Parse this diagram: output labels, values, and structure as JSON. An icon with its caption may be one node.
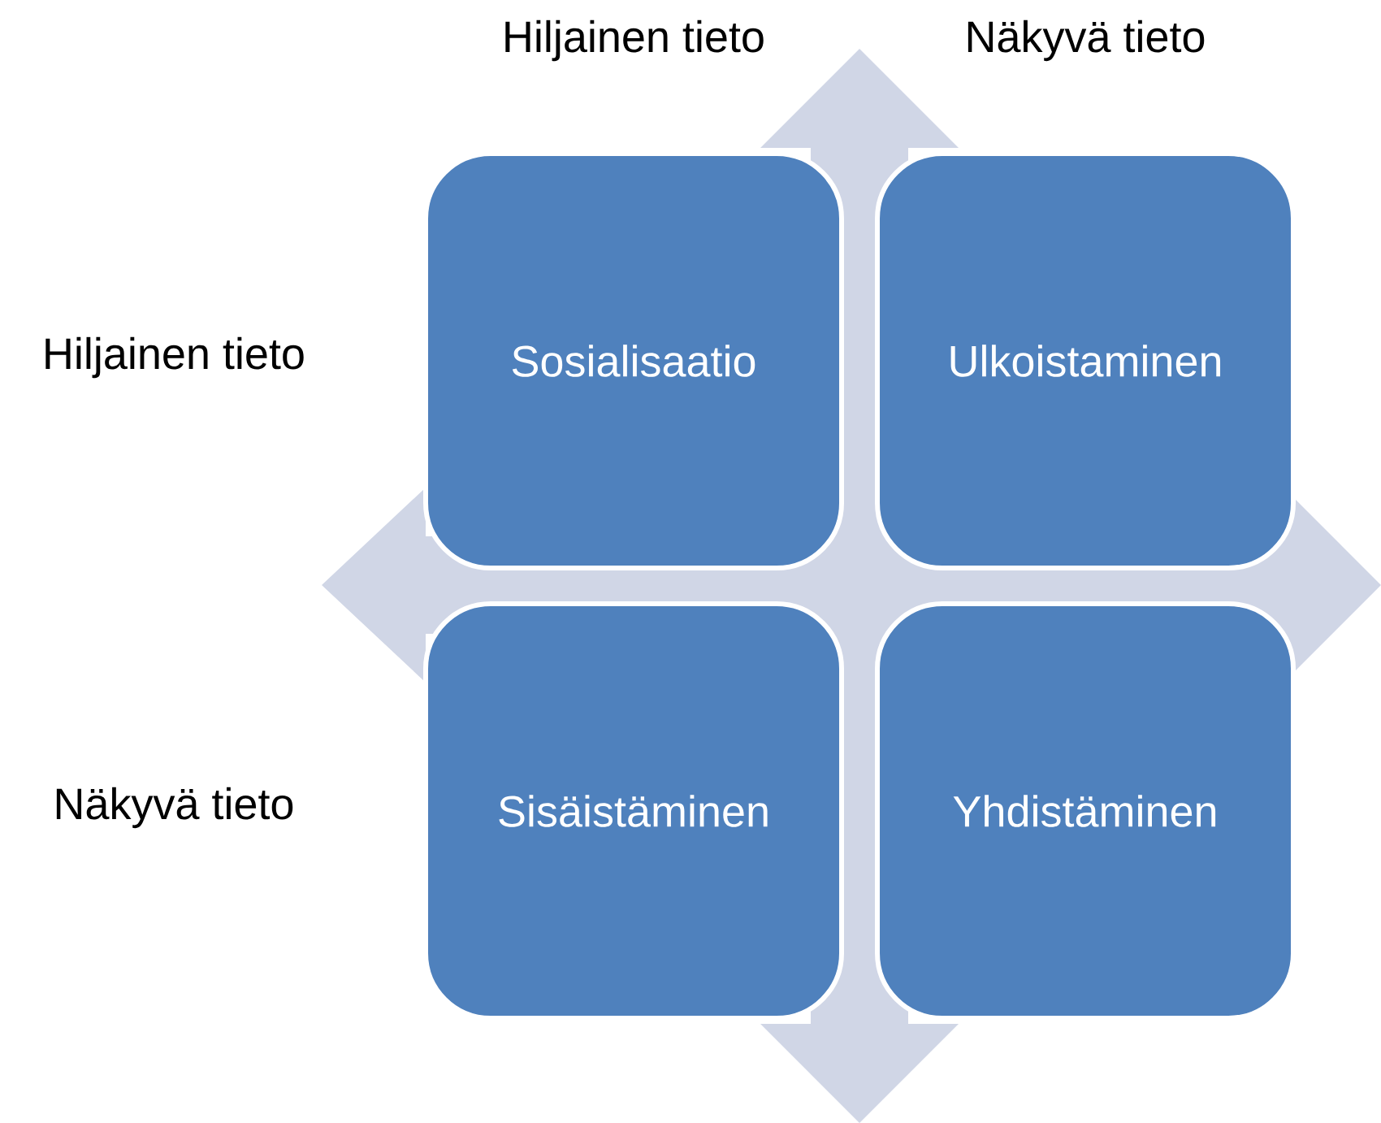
{
  "diagram": {
    "nodes": [
      {
        "text": [
          "Sosialisaatio"
        ]
      },
      {
        "text": [
          "Ulkoistaminen"
        ]
      },
      {
        "text": [
          "Sisäistäminen"
        ]
      },
      {
        "text": [
          "Yhdistäminen"
        ]
      }
    ],
    "labels": [
      "Hiljainen tieto",
      "Näkyvä tieto",
      "Hiljainen tieto",
      "Näkyvä tieto"
    ]
  }
}
